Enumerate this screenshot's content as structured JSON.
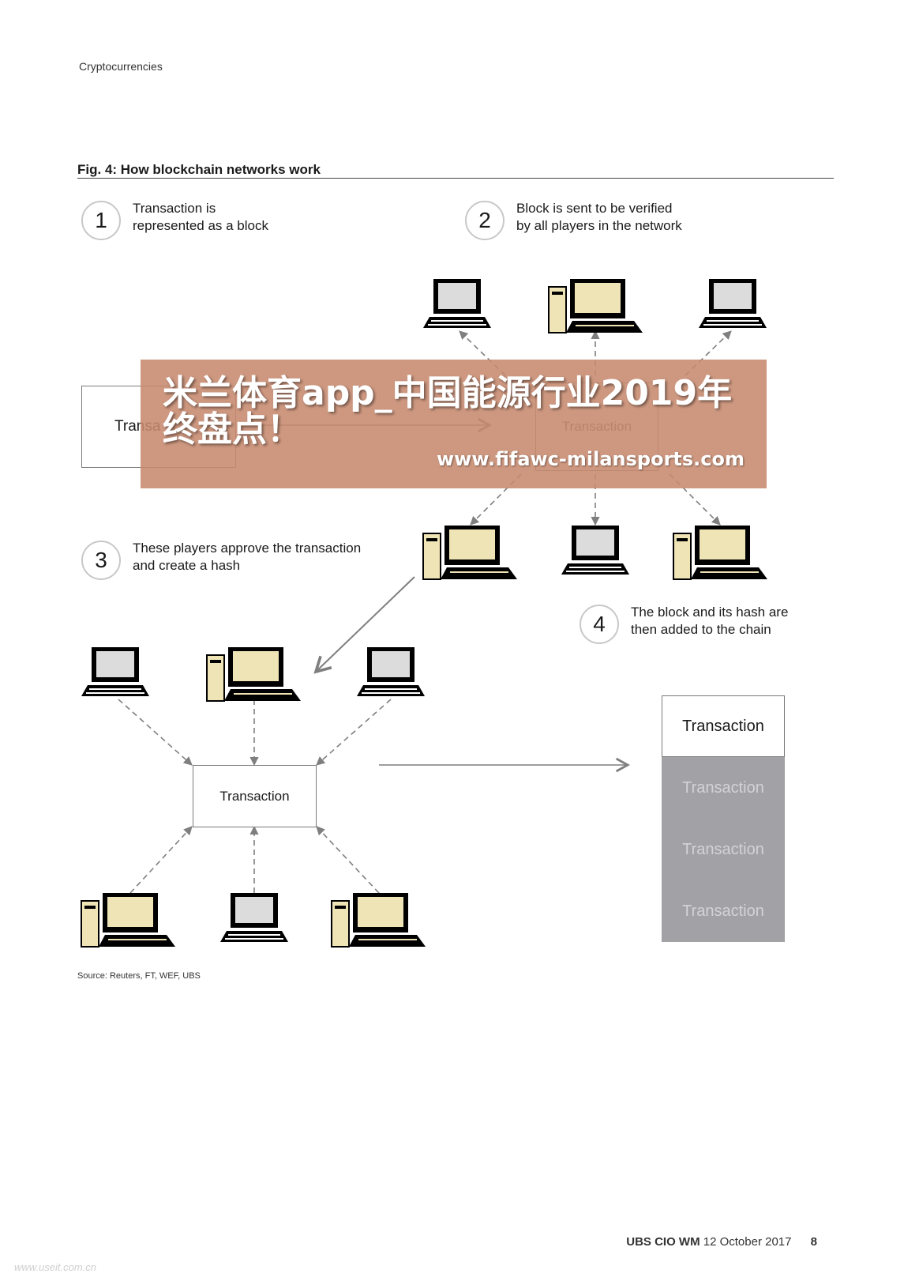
{
  "header": "Cryptocurrencies",
  "figure_title": "Fig. 4: How blockchain networks work",
  "steps": [
    {
      "num": "1",
      "line1": "Transaction is",
      "line2": "represented as a block"
    },
    {
      "num": "2",
      "line1": "Block is sent to be verified",
      "line2": "by all players in the network"
    },
    {
      "num": "3",
      "line1": "These players approve the transaction",
      "line2": "and create a hash"
    },
    {
      "num": "4",
      "line1": "The block and its hash are",
      "line2": "then added to the chain"
    }
  ],
  "transaction_label": "Transaction",
  "block1_visible_label": "Transa",
  "chain": [
    "Transaction",
    "Transaction",
    "Transaction",
    "Transaction"
  ],
  "overlay": {
    "title": "米兰体育app_中国能源行业2019年终盘点！",
    "url": "www.fifawc-milansports.com"
  },
  "source": "Source: Reuters, FT, WEF, UBS",
  "footer": {
    "brand": "UBS CIO WM",
    "date": "12 October 2017",
    "page": "8"
  },
  "watermark": "www.useit.com.cn",
  "colors": {
    "chain_grey": "#a1a1a6",
    "banner": "#c78a6e",
    "arrow": "#7f7f7f",
    "screen_beige": "#efe4b5",
    "screen_grey": "#dcdcdc"
  }
}
